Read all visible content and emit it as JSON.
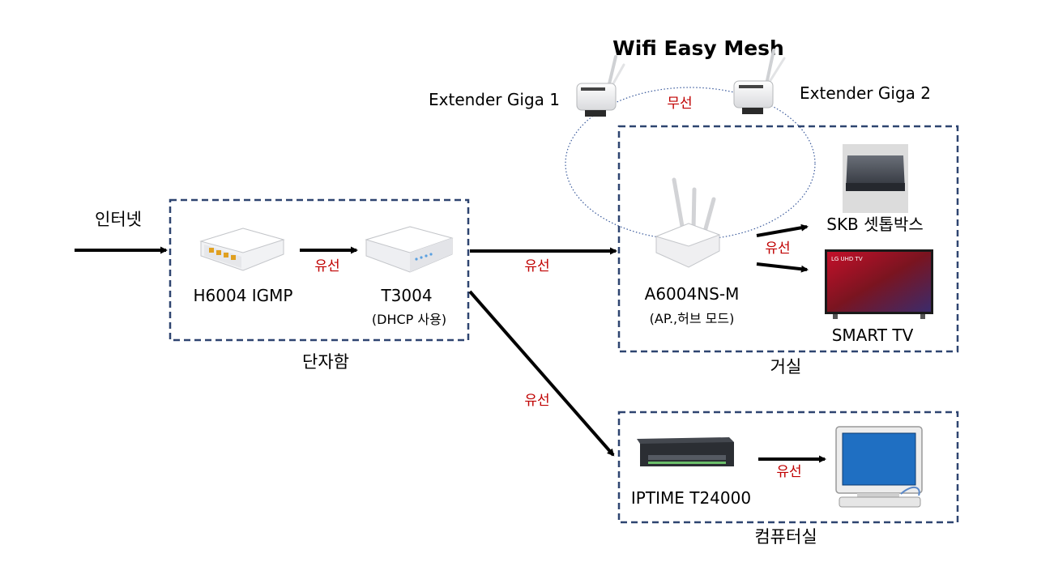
{
  "title": "Wifi Easy Mesh",
  "internet_label": "인터넷",
  "extender1_label": "Extender Giga 1",
  "extender2_label": "Extender Giga 2",
  "wireless_label": "무선",
  "wired_label": "유선",
  "h6004_label": "H6004 IGMP",
  "t3004_label": "T3004",
  "t3004_sub": "(DHCP 사용)",
  "a6004_label": "A6004NS-M",
  "a6004_sub": "(AP.,허브 모드)",
  "skb_label": "SKB 셋톱박스",
  "tv_label": "SMART TV",
  "tv_screen_text": "LG UHD TV",
  "switch_label": "IPTIME T24000",
  "group_danja": "단자함",
  "group_living": "거실",
  "group_computer": "컴퓨터실",
  "colors": {
    "box_border": "#2e4470",
    "arrow": "#000000",
    "wired_text": "#c00000",
    "mesh_line": "#3a5a9c"
  }
}
